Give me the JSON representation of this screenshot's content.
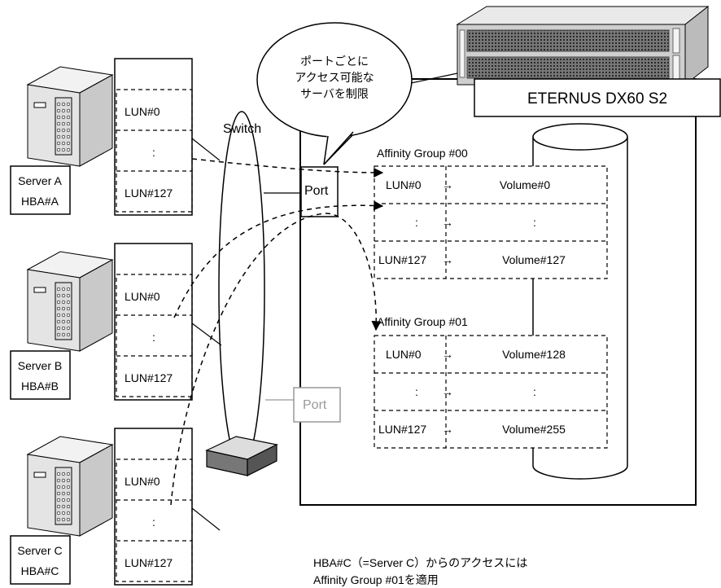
{
  "servers": [
    {
      "name": "Server A",
      "hba": "HBA#A",
      "luns": [
        "LUN#0",
        ":",
        "LUN#127"
      ]
    },
    {
      "name": "Server B",
      "hba": "HBA#B",
      "luns": [
        "LUN#0",
        ":",
        "LUN#127"
      ]
    },
    {
      "name": "Server C",
      "hba": "HBA#C",
      "luns": [
        "LUN#0",
        ":",
        "LUN#127"
      ]
    }
  ],
  "switch_label": "Switch",
  "storage": {
    "name": "ETERNUS DX60 S2"
  },
  "callout": {
    "line1": "ポートごとに",
    "line2": "アクセス可能な",
    "line3": "サーバを制限"
  },
  "ports": {
    "active": "Port",
    "inactive": "Port"
  },
  "affinity_groups": [
    {
      "title": "Affinity Group #00",
      "rows": [
        {
          "lun": "LUN#0",
          "arrow": "→",
          "volume": "Volume#0"
        },
        {
          "lun": ":",
          "arrow": "→",
          "volume": ":"
        },
        {
          "lun": "LUN#127",
          "arrow": "→",
          "volume": "Volume#127"
        }
      ]
    },
    {
      "title": "Affinity Group #01",
      "rows": [
        {
          "lun": "LUN#0",
          "arrow": "→",
          "volume": "Volume#128"
        },
        {
          "lun": ":",
          "arrow": "→",
          "volume": ":"
        },
        {
          "lun": "LUN#127",
          "arrow": "→",
          "volume": "Volume#255"
        }
      ]
    }
  ],
  "note": {
    "line1": "HBA#C（=Server C）からのアクセスには",
    "line2": "Affinity Group #01を適用"
  }
}
